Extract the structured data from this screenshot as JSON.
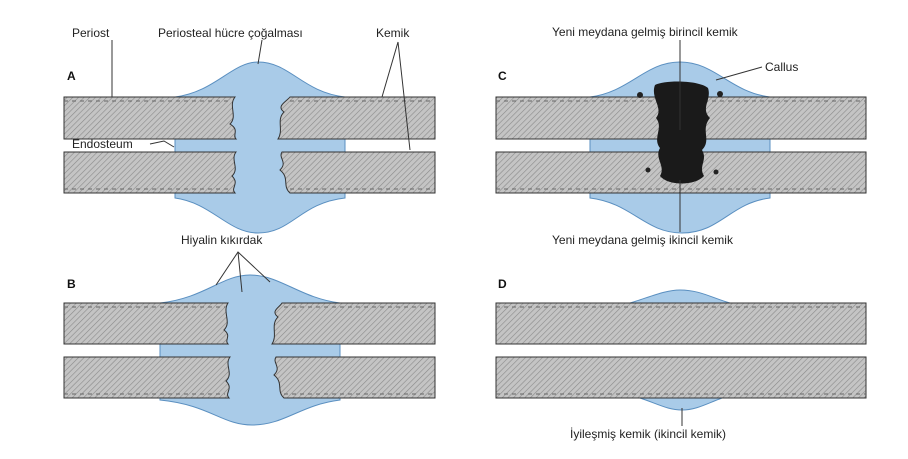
{
  "panels": {
    "a": {
      "letter": "A"
    },
    "b": {
      "letter": "B"
    },
    "c": {
      "letter": "C"
    },
    "d": {
      "letter": "D"
    }
  },
  "labels": {
    "periost": "Periost",
    "periosteal_mass": "Periosteal hücre çoğalması",
    "kemik": "Kemik",
    "endosteum": "Endosteum",
    "hiyalin": "Hiyalin kıkırdak",
    "yeni_birincil": "Yeni meydana gelmiş birincil kemik",
    "callus": "Callus",
    "yeni_ikincil": "Yeni meydana gelmiş ikincil kemik",
    "iyilesmis": "İyileşmiş kemik (ikincil kemik)"
  },
  "colors": {
    "tissue_blue": "#a9cbe8",
    "bone_gray": "#bdbdbd",
    "dark_spongy": "#1a1a1a"
  }
}
